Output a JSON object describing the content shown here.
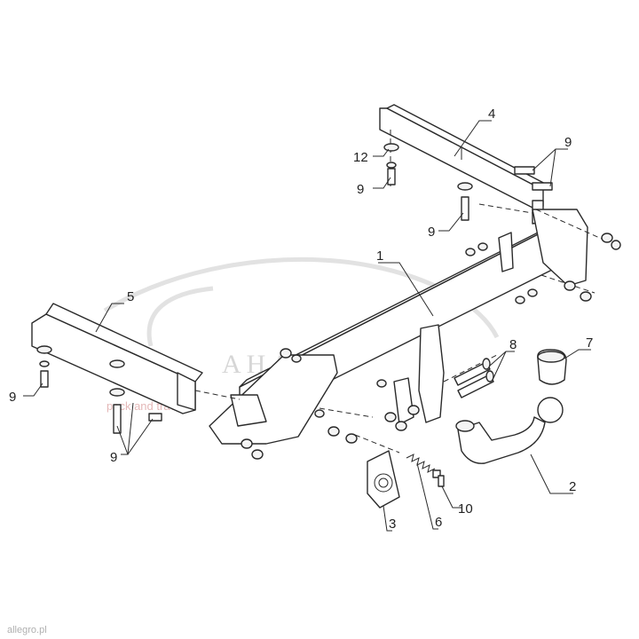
{
  "watermark": {
    "brand": "AHAKA",
    "subtext": "pack and travel"
  },
  "credit": "allegro.pl",
  "callouts": {
    "c1": "1",
    "c2": "2",
    "c3": "3",
    "c4": "4",
    "c5": "5",
    "c6": "6",
    "c7": "7",
    "c8": "8",
    "c9a": "9",
    "c9b": "9",
    "c9c": "9",
    "c9d": "9",
    "c9e": "9",
    "c10": "10",
    "c12": "12"
  },
  "colors": {
    "line": "#2a2a2a",
    "watermark": "#d6d6d6"
  }
}
